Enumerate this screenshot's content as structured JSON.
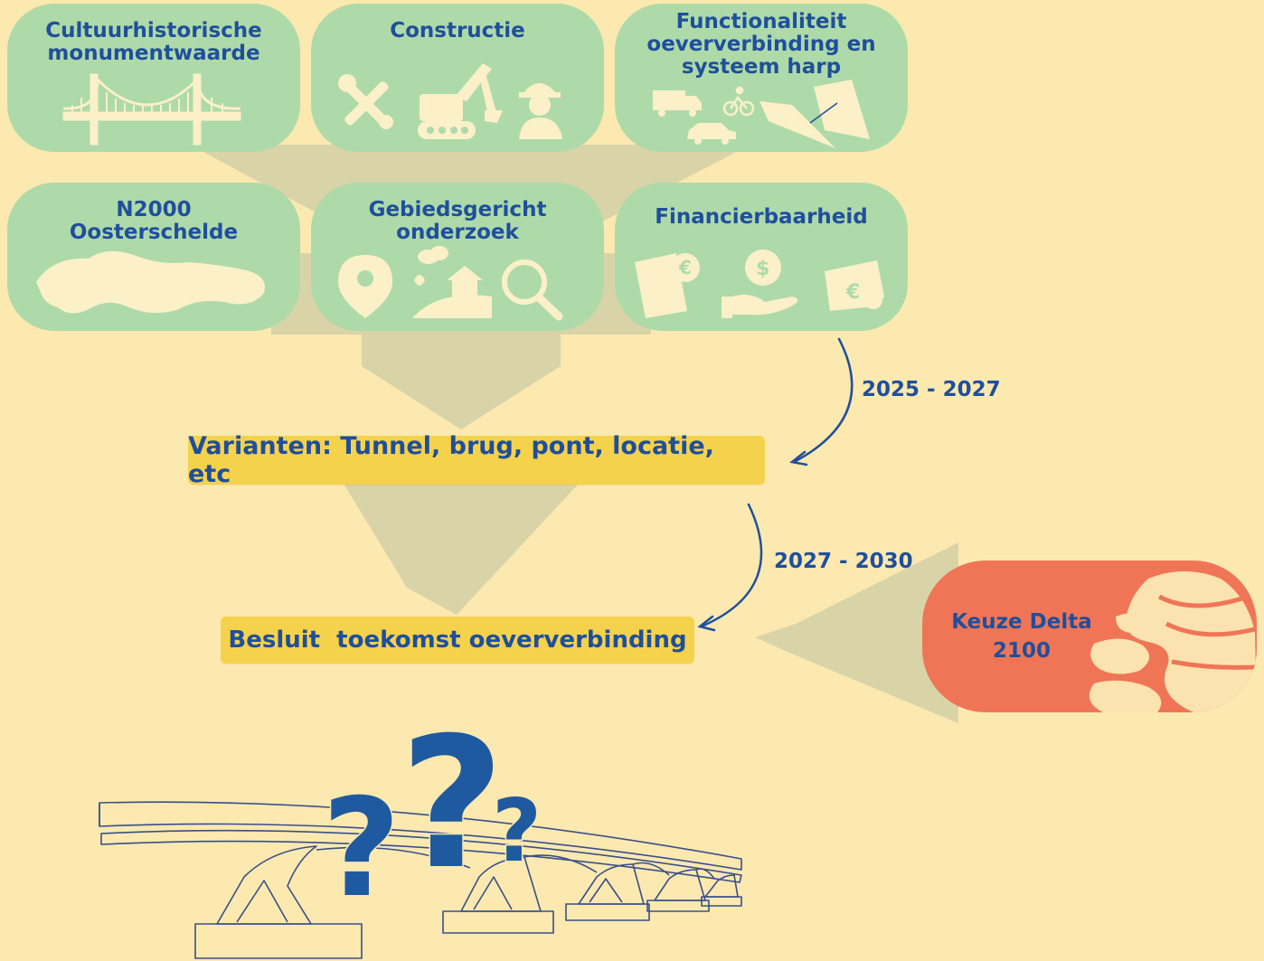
{
  "criteria": [
    {
      "title": "Cultuurhistorische\nmonumentwaarde",
      "icons": [
        "suspension-bridge-icon"
      ]
    },
    {
      "title": "Constructie",
      "icons": [
        "tools-icon",
        "excavator-icon",
        "construction-worker-icon"
      ]
    },
    {
      "title": "Functionaliteit\noeververbinding en\nsysteem harp",
      "icons": [
        "truck-icon",
        "bicycle-icon",
        "car-icon",
        "harp-system-icon"
      ]
    },
    {
      "title": "N2000\nOosterschelde",
      "icons": [
        "oosterschelde-map-icon"
      ]
    },
    {
      "title": "Gebiedsgericht\nonderzoek",
      "icons": [
        "location-pin-icon",
        "landscape-house-icon",
        "magnifier-icon"
      ]
    },
    {
      "title": "Financierbaarheid",
      "icons": [
        "euro-receipt-icon",
        "dollar-hand-icon",
        "euro-wallet-icon"
      ]
    }
  ],
  "variants_label": "Varianten: Tunnel, brug, pont, locatie, etc",
  "decision_label": "Besluit  toekomst oeververbinding",
  "period_1": "2025 - 2027",
  "period_2": "2027 - 2030",
  "delta_label": "Keuze Delta\n2100",
  "bottom_illustration": [
    "bridge-outline-icon",
    "question-marks-icon"
  ],
  "colors": {
    "background": "#fbe9b0",
    "card": "#aedaa9",
    "highlight": "#f5d24c",
    "text": "#1f4f9c",
    "delta": "#f07557",
    "funnel": "#d9d4a8",
    "icon": "#fbf0c8"
  }
}
